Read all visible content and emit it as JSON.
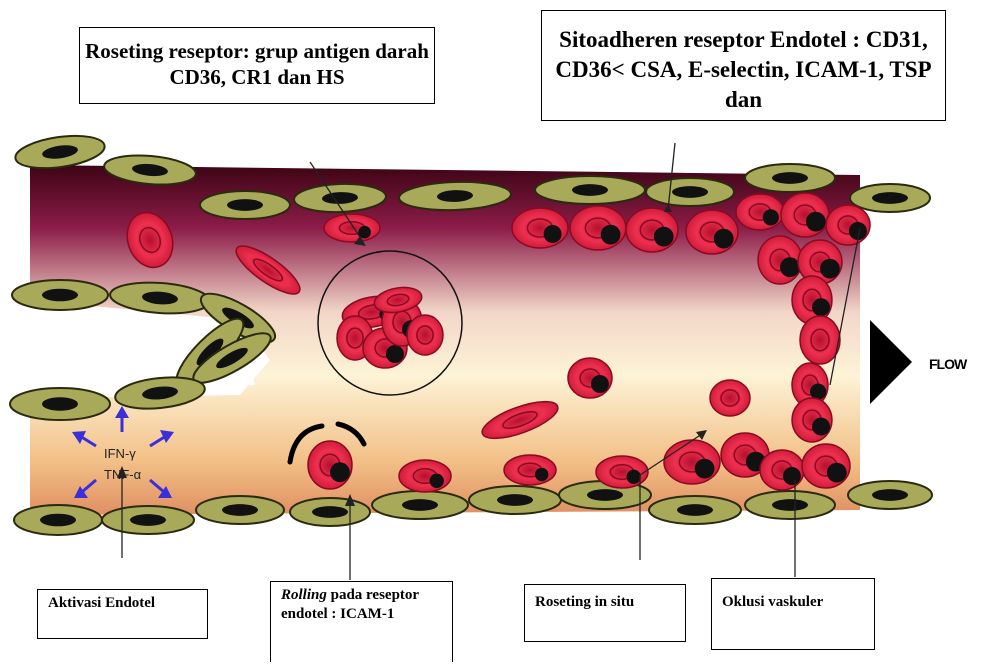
{
  "labels": {
    "roseting_receptor": "Roseting reseptor: grup antigen darah CD36, CR1 dan HS",
    "endothelial_receptor": "Sitoadheren reseptor Endotel : CD31, CD36< CSA, E-selectin, ICAM-1, TSP dan",
    "flow": "FLOW",
    "ifn": "IFN-γ",
    "tnf": "TNF-α",
    "aktivasi": "Aktivasi Endotel",
    "rolling_italic": "Rolling",
    "rolling_rest": " pada reseptor endotel : ICAM-1",
    "roseting_in_situ": "Roseting in situ",
    "oklusi": "Oklusi vaskuler"
  },
  "colors": {
    "endothelial_cell": "#a9a95a",
    "endothelial_outline": "#2a2a10",
    "nucleus": "#111111",
    "rbc": "#d81c3c",
    "rbc_dark": "#8a0a22",
    "vessel_top": "#5a0a1e",
    "vessel_mid": "#fdf0d0",
    "vessel_bottom": "#e89a70",
    "arrow_blue": "#3a2fd8"
  }
}
